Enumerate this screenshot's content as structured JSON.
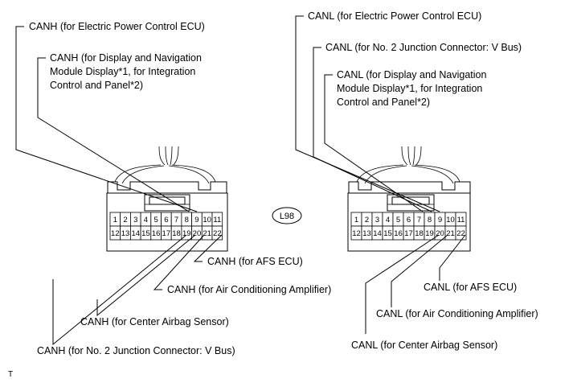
{
  "connector_tag": "L98",
  "footer_mark": "T",
  "left": {
    "label_epc": "CANH (for Electric Power Control ECU)",
    "label_display_1": "CANH (for Display and Navigation",
    "label_display_2": "Module Display*1, for Integration",
    "label_display_3": "Control and Panel*2)",
    "label_afs": "CANH (for AFS ECU)",
    "label_ac": "CANH (for Air Conditioning Amplifier)",
    "label_airbag": "CANH (for Center Airbag Sensor)",
    "label_junction": "CANH (for No. 2 Junction Connector: V Bus)"
  },
  "right": {
    "label_epc": "CANL (for Electric Power Control ECU)",
    "label_junction": "CANL (for No. 2 Junction Connector: V Bus)",
    "label_display_1": "CANL (for Display and Navigation",
    "label_display_2": "Module Display*1, for Integration",
    "label_display_3": "Control and Panel*2)",
    "label_afs": "CANL (for AFS ECU)",
    "label_ac": "CANL (for Air Conditioning Amplifier)",
    "label_airbag": "CANL (for Center Airbag Sensor)"
  },
  "pins_top": [
    "1",
    "2",
    "3",
    "4",
    "5",
    "6",
    "7",
    "8",
    "9",
    "10",
    "11"
  ],
  "pins_bottom": [
    "12",
    "13",
    "14",
    "15",
    "16",
    "17",
    "18",
    "19",
    "20",
    "21",
    "22"
  ]
}
